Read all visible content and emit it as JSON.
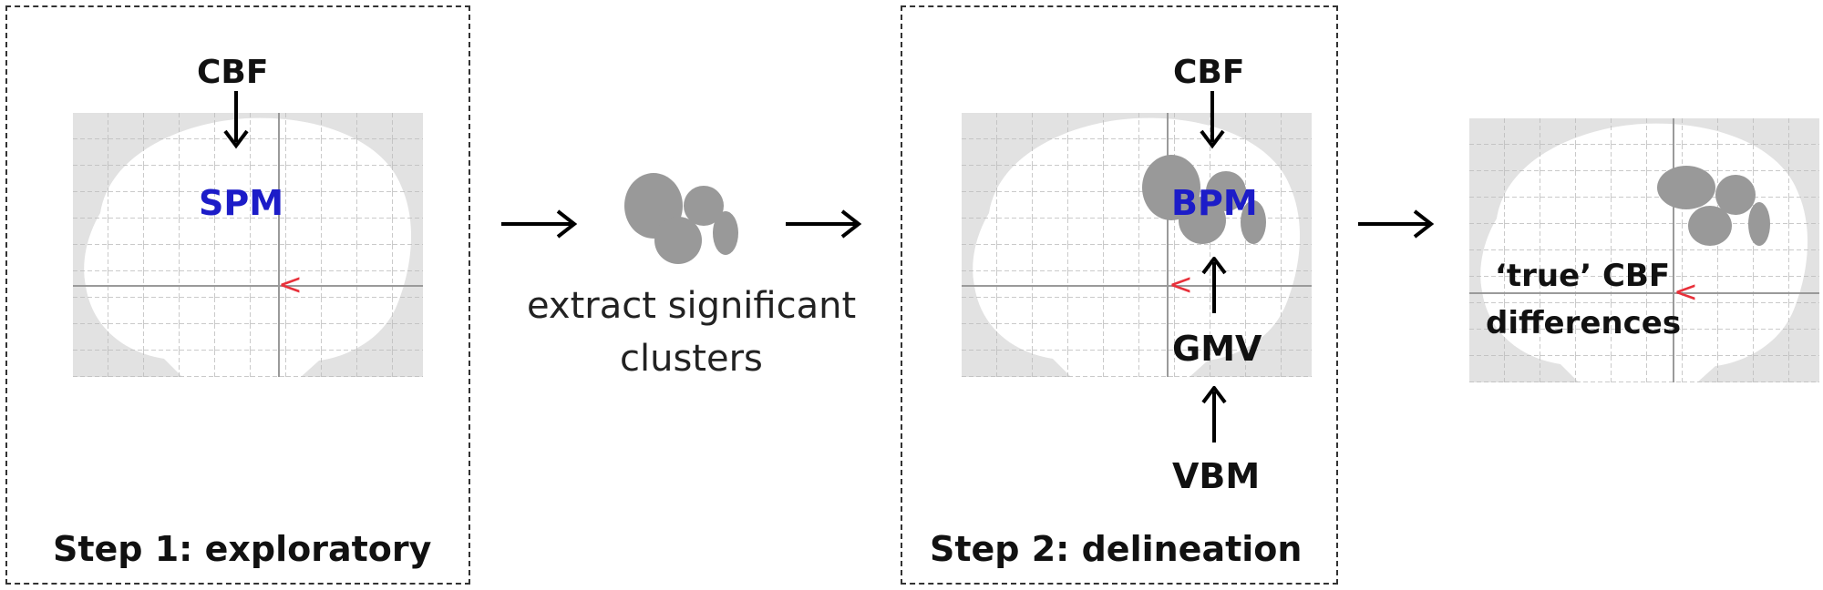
{
  "step1": {
    "title": "Step 1: exploratory",
    "input_label": "CBF",
    "method_label": "SPM",
    "cursor_mark": "<"
  },
  "middle": {
    "caption_line1": "extract significant",
    "caption_line2": "clusters"
  },
  "step2": {
    "title": "Step 2: delineation",
    "input_label": "CBF",
    "method_label": "BPM",
    "covariate_label": "GMV",
    "covariate_source": "VBM",
    "cursor_mark": "<"
  },
  "result": {
    "line1": "‘true’ CBF",
    "line2": "differences",
    "cursor_mark": "<"
  },
  "colors": {
    "grid_bg": "#e2e2e2",
    "brain_fill": "#ffffff",
    "cluster": "#999999",
    "method_text": "#1c1cc8",
    "cursor": "#e8303a"
  }
}
